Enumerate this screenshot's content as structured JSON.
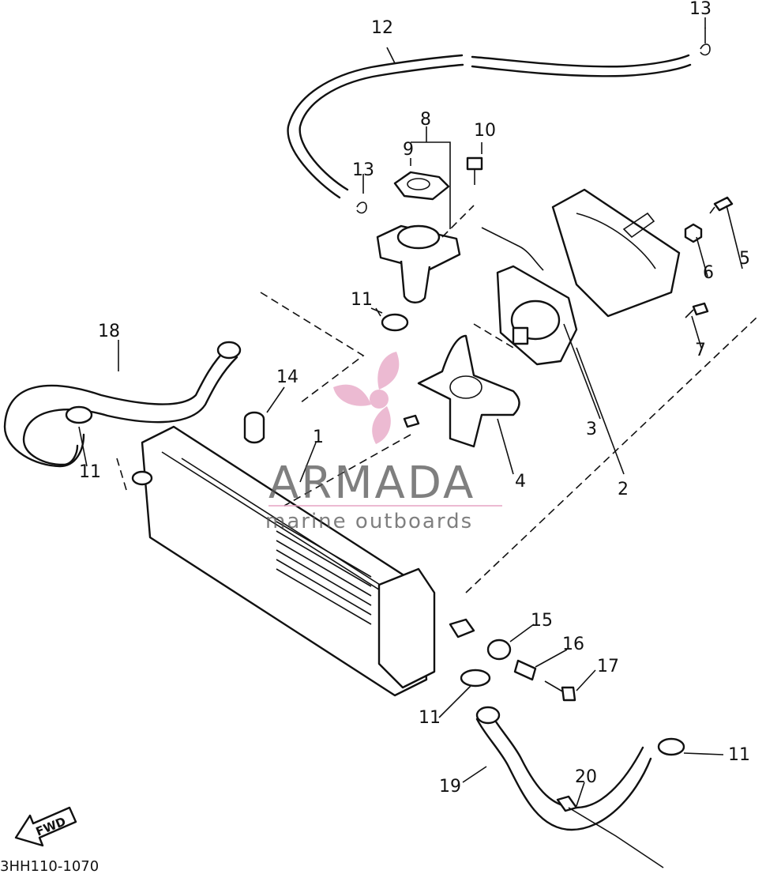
{
  "diagram": {
    "code": "3HH110-1070",
    "fwd_label": "FWD",
    "callouts": [
      "1",
      "2",
      "3",
      "4",
      "5",
      "6",
      "7",
      "8",
      "9",
      "10",
      "11",
      "12",
      "13",
      "14",
      "15",
      "16",
      "17",
      "18",
      "19",
      "20"
    ],
    "labels_11": "11",
    "labels_13": "13"
  },
  "watermark": {
    "brand": "ARMADA",
    "tagline": "marine outboards",
    "color": "#e6a3c3"
  }
}
